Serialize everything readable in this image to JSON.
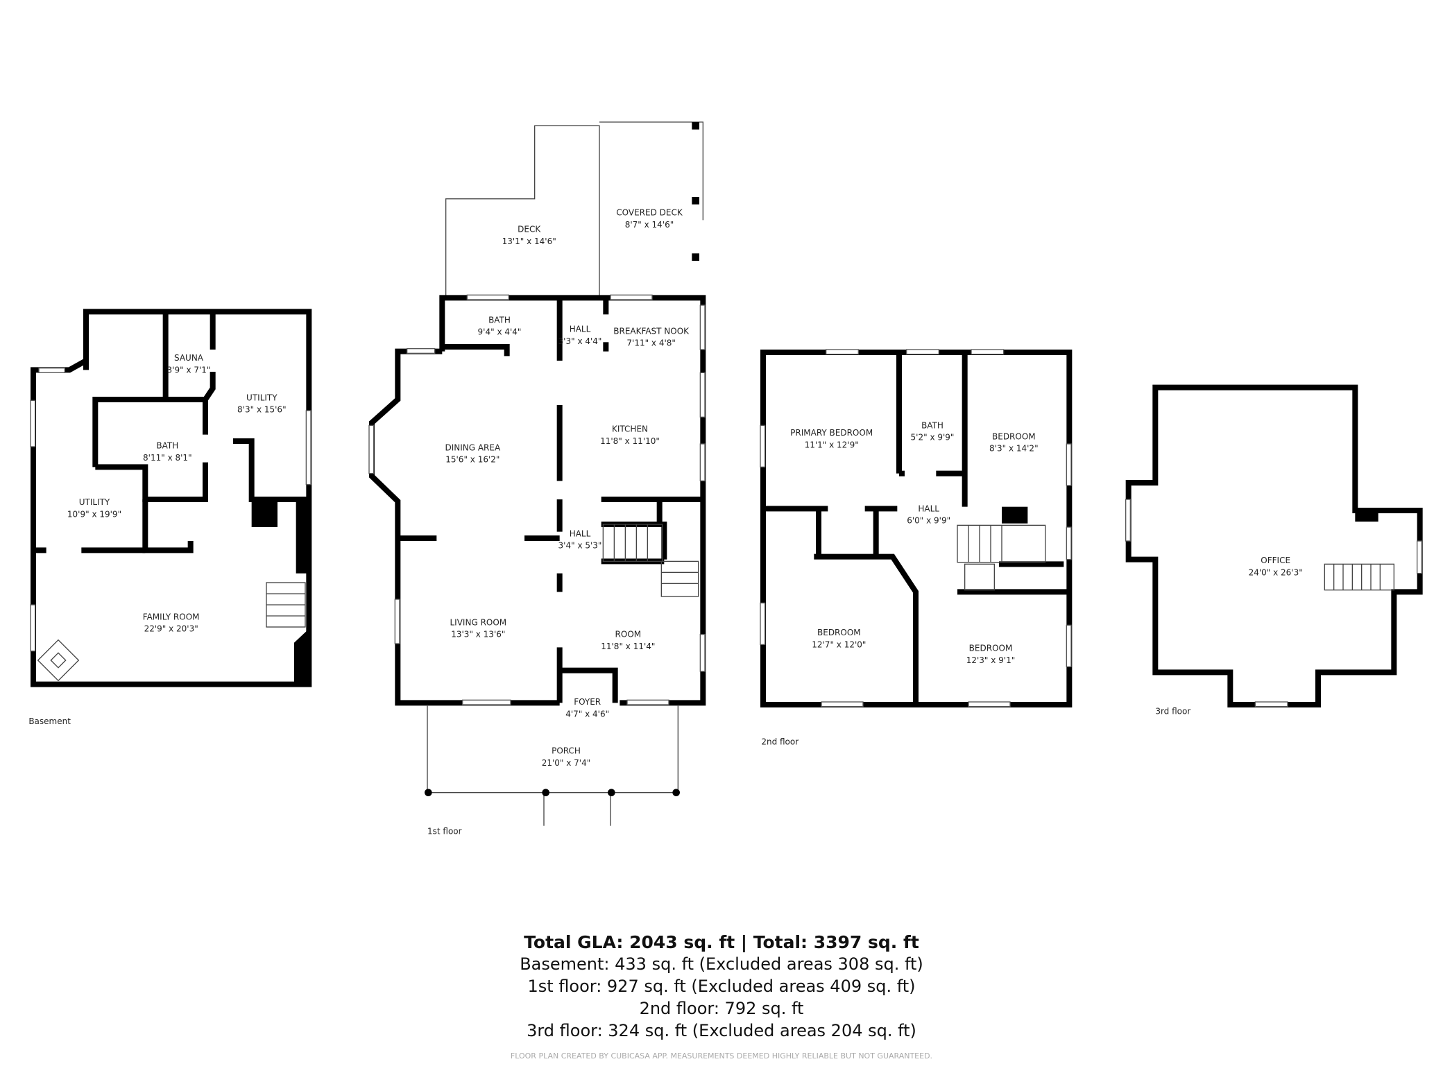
{
  "floors": [
    {
      "label": "Basement",
      "rooms": [
        {
          "name": "SAUNA",
          "dims": "3'9\" x 7'1\""
        },
        {
          "name": "UTILITY",
          "dims": "8'3\" x 15'6\""
        },
        {
          "name": "BATH",
          "dims": "8'11\" x 8'1\""
        },
        {
          "name": "UTILITY",
          "dims": "10'9\" x 19'9\""
        },
        {
          "name": "FAMILY ROOM",
          "dims": "22'9\" x 20'3\""
        }
      ]
    },
    {
      "label": "1st floor",
      "rooms": [
        {
          "name": "DECK",
          "dims": "13'1\" x 14'6\""
        },
        {
          "name": "COVERED DECK",
          "dims": "8'7\" x 14'6\""
        },
        {
          "name": "BATH",
          "dims": "9'4\" x 4'4\""
        },
        {
          "name": "HALL",
          "dims": "3'3\" x 4'4\""
        },
        {
          "name": "BREAKFAST NOOK",
          "dims": "7'11\" x 4'8\""
        },
        {
          "name": "DINING AREA",
          "dims": "15'6\" x 16'2\""
        },
        {
          "name": "KITCHEN",
          "dims": "11'8\" x 11'10\""
        },
        {
          "name": "HALL",
          "dims": "3'4\" x 5'3\""
        },
        {
          "name": "LIVING ROOM",
          "dims": "13'3\" x 13'6\""
        },
        {
          "name": "ROOM",
          "dims": "11'8\" x 11'4\""
        },
        {
          "name": "FOYER",
          "dims": "4'7\" x 4'6\""
        },
        {
          "name": "PORCH",
          "dims": "21'0\" x 7'4\""
        }
      ]
    },
    {
      "label": "2nd floor",
      "rooms": [
        {
          "name": "PRIMARY BEDROOM",
          "dims": "11'1\" x 12'9\""
        },
        {
          "name": "BATH",
          "dims": "5'2\" x 9'9\""
        },
        {
          "name": "BEDROOM",
          "dims": "8'3\" x 14'2\""
        },
        {
          "name": "HALL",
          "dims": "6'0\" x 9'9\""
        },
        {
          "name": "BEDROOM",
          "dims": "12'7\" x 12'0\""
        },
        {
          "name": "BEDROOM",
          "dims": "12'3\" x 9'1\""
        }
      ]
    },
    {
      "label": "3rd floor",
      "rooms": [
        {
          "name": "OFFICE",
          "dims": "24'0\" x 26'3\""
        }
      ]
    }
  ],
  "summary": {
    "total": "Total GLA: 2043 sq. ft | Total: 3397 sq. ft",
    "lines": [
      "Basement: 433 sq. ft (Excluded areas 308 sq. ft)",
      "1st floor: 927 sq. ft (Excluded areas 409 sq. ft)",
      "2nd floor: 792 sq. ft",
      "3rd floor: 324 sq. ft (Excluded areas 204 sq. ft)"
    ],
    "disclaimer": "FLOOR PLAN CREATED BY CUBICASA APP. MEASUREMENTS DEEMED HIGHLY RELIABLE BUT NOT GUARANTEED."
  }
}
